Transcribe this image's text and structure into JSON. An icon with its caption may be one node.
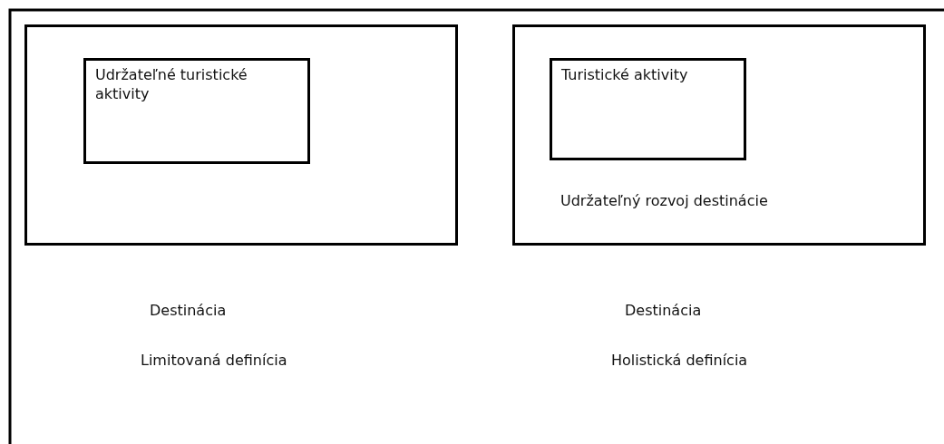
{
  "diagram": {
    "nodes": [
      {
        "text": [],
        "shape": "box",
        "beside": [
          "Destinácia",
          "Limitovaná definícia"
        ]
      },
      {
        "text": [
          "Udržateľné turistické aktivity"
        ],
        "in": 0
      },
      {
        "text": [
          "Udržateľný rozvoj destinácie"
        ],
        "beside": [
          "Destinácia",
          "Holistická definícia"
        ]
      },
      {
        "text": [
          "Turistické aktivity"
        ],
        "in": 2
      }
    ]
  }
}
